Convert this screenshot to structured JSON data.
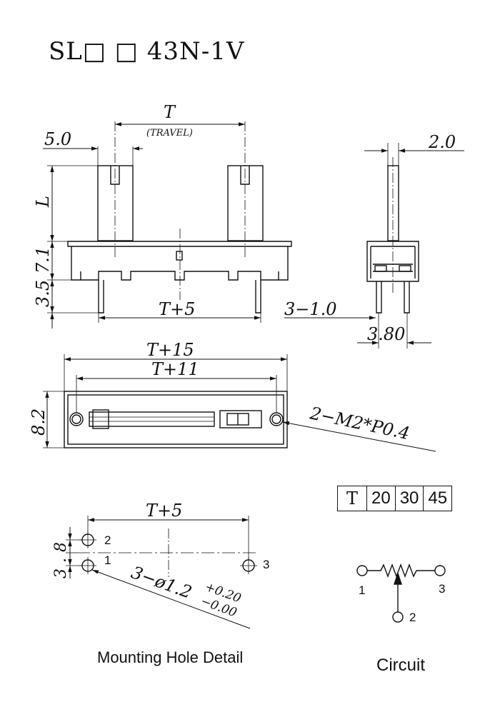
{
  "title": "SL□ □ 43N-1V",
  "dims": {
    "travel": "T",
    "travel_note": "(TRAVEL)",
    "knob_width": "5.0",
    "lever_thickness": "2.0",
    "height_L": "L",
    "height_71": "7.1",
    "height_35": "3.5",
    "pin_span": "T+5",
    "pins": "3−1.0",
    "pin_pitch": "3.80",
    "overall_length": "T+15",
    "hole_span": "T+11",
    "width": "8.2",
    "screw": "2−M2*P0.4",
    "hole_span_detail": "T+5",
    "hole_pitch": "3.8",
    "hole_dia": "3−ø1.2",
    "tol_plus": "+0.20",
    "tol_minus": "−0.00"
  },
  "table": {
    "header": "T",
    "values": [
      "20",
      "30",
      "45"
    ]
  },
  "holes": {
    "label1": "1",
    "label2": "2",
    "label3": "3"
  },
  "circuit": {
    "pin1": "1",
    "pin2": "2",
    "pin3": "3"
  },
  "captions": {
    "mounting": "Mounting Hole Detail",
    "circuit": "Circuit"
  }
}
